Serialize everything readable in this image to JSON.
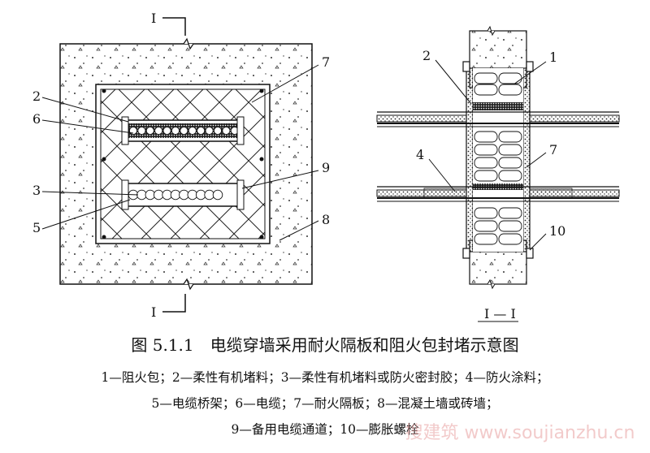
{
  "section_mark": "I",
  "section_title": "I — I",
  "caption": "图 5.1.1　电缆穿墙采用耐火隔板和阻火包封堵示意图",
  "legend_lines": [
    "1—阻火包；2—柔性有机堵料；3—柔性有机堵料或防火密封胶；4—防火涂料；",
    "5—电缆桥架；6—电缆；7—耐火隔板；8—混凝土墙或砖墙；",
    "9—备用电缆通道；10—膨胀螺栓"
  ],
  "labels": {
    "l2": "2",
    "l6": "6",
    "l3": "3",
    "l5": "5",
    "l7": "7",
    "l9": "9",
    "l8": "8",
    "r2": "2",
    "r1": "1",
    "r4": "4",
    "r7": "7",
    "r10": "10"
  },
  "watermark": "搜建筑 www.soujianzhu.cn"
}
